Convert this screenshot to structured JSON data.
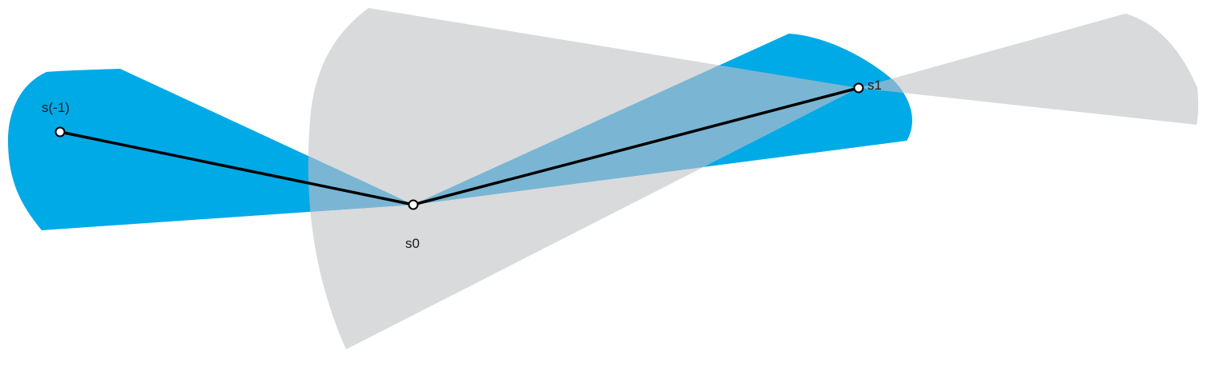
{
  "colors": {
    "cone_blue": "#00aae7",
    "cone_gray": "#d9dadc",
    "overlap": "#7ab6d3",
    "edge": "#000000",
    "node_fill": "#ffffff"
  },
  "nodes": {
    "prev": {
      "label": "s(-1)"
    },
    "current": {
      "label": "s0"
    },
    "next": {
      "label": "s1"
    }
  },
  "edges": [
    {
      "from": "prev",
      "to": "current"
    },
    {
      "from": "current",
      "to": "next"
    }
  ],
  "cones": [
    {
      "id": "blue-cone-left",
      "color_key": "cone_blue",
      "apex": "current",
      "toward": "prev"
    },
    {
      "id": "blue-cone-right",
      "color_key": "cone_blue",
      "apex": "current",
      "toward": "next"
    },
    {
      "id": "gray-cone-left",
      "color_key": "cone_gray",
      "apex": "next",
      "toward": "current"
    },
    {
      "id": "gray-cone-right",
      "color_key": "cone_gray",
      "apex": "next",
      "toward": "away"
    }
  ]
}
